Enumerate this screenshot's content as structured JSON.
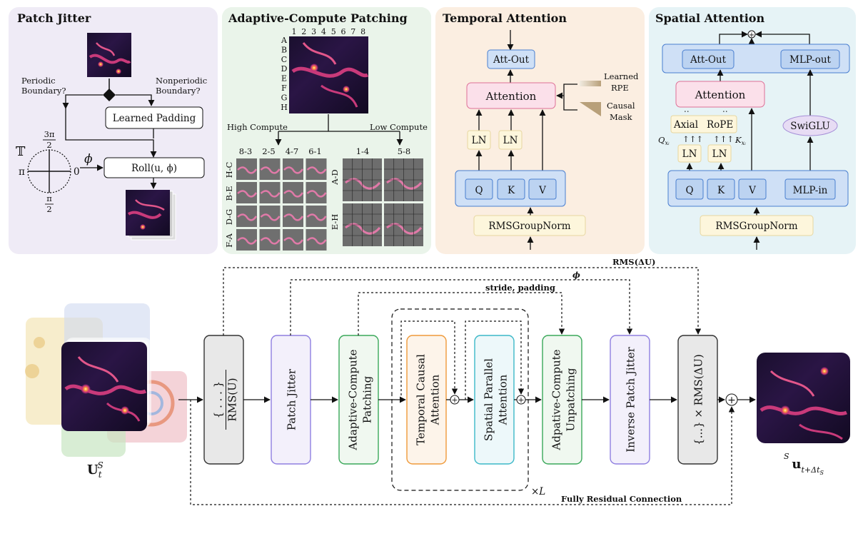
{
  "panels": {
    "patch_jitter": {
      "title": "Patch Jitter",
      "periodic": [
        "Periodic",
        "Boundary?"
      ],
      "nonperiodic": [
        "Nonperiodic",
        "Boundary?"
      ],
      "learned_padding": "Learned Padding",
      "roll": "Roll(u, ϕ)",
      "torus": "𝕋",
      "phi": "ϕ",
      "angle_top_num": "3π",
      "angle_top_den": "2",
      "angle_left": "π",
      "angle_right": "0",
      "angle_bottom_num": "π",
      "angle_bottom_den": "2"
    },
    "adaptive_patching": {
      "title": "Adaptive-Compute Patching",
      "col_labels": [
        "1",
        "2",
        "3",
        "4",
        "5",
        "6",
        "7",
        "8"
      ],
      "row_labels": [
        "A",
        "B",
        "C",
        "D",
        "E",
        "F",
        "G",
        "H"
      ],
      "high_compute": "High Compute",
      "low_compute": "Low Compute",
      "high_cols": [
        "8-3",
        "2-5",
        "4-7",
        "6-1"
      ],
      "high_rows": [
        "H-C",
        "B-E",
        "D-G",
        "F-A"
      ],
      "low_cols": [
        "1-4",
        "5-8"
      ],
      "low_rows": [
        "A-D",
        "E-H"
      ]
    },
    "temporal_attention": {
      "title": "Temporal Attention",
      "att_out": "Att-Out",
      "attention": "Attention",
      "ln": "LN",
      "q": "Q",
      "k": "K",
      "v": "V",
      "norm": "RMSGroupNorm",
      "learned": [
        "Learned",
        "RPE"
      ],
      "causal": [
        "Causal",
        "Mask"
      ]
    },
    "spatial_attention": {
      "title": "Spatial Attention",
      "att_out": "Att-Out",
      "mlp_out": "MLP-out",
      "attention": "Attention",
      "axial": "Axial",
      "rope": "RoPE",
      "swiglu": "SwiGLU",
      "ln": "LN",
      "q": "Q",
      "k": "K",
      "v": "V",
      "mlp_in": "MLP-in",
      "norm": "RMSGroupNorm",
      "qx": "Q",
      "kx": "K",
      "sub": "xᵢ"
    }
  },
  "pipeline": {
    "input_label": "U",
    "input_sub": "t",
    "input_sup": "S",
    "output_label": "u",
    "output_sub": "t+Δt",
    "output_sub2": "S",
    "output_sup": "S",
    "blocks": [
      {
        "label": "{...} / RMS(U)",
        "l1": "{ . . . }",
        "l2": "RMS(U)"
      },
      {
        "label": "Patch Jitter"
      },
      {
        "label": "Adaptive-Compute Patching",
        "l1": "Adaptive-Compute",
        "l2": "Patching"
      },
      {
        "label": "Temporal Causal Attention",
        "l1": "Temporal  Causal",
        "l2": "Attention"
      },
      {
        "label": "Spatial Parallel Attention",
        "l1": "Spatial Parallel",
        "l2": "Attention"
      },
      {
        "label": "Adpative-Compute Unpatching",
        "l1": "Adpative-Compute",
        "l2": "Unpatching"
      },
      {
        "label": "Inverse Patch Jitter"
      },
      {
        "label": "{...} × RMS(ΔU)"
      }
    ],
    "times_l": "×L",
    "rms_delta": "RMS(ΔU)",
    "phi": "ϕ",
    "stride_padding": "stride, padding",
    "residual": "Fully Residual Connection"
  },
  "colors": {
    "panel1": "#efebf6",
    "panel2": "#eaf4ea",
    "panel3": "#fbeee1",
    "panel4": "#e6f3f6",
    "blue_box": "#cfe0f6",
    "blue_stroke": "#4a7fd0",
    "pink_box": "#fbe0ea",
    "pink_stroke": "#de6f96",
    "yellow_box": "#fdf6dc",
    "yellow_stroke": "#e7d7a0",
    "purple_stroke": "#8f7fe0",
    "green_stroke": "#3aa85a",
    "orange_stroke": "#ef9a3a",
    "cyan_stroke": "#3cb8c8",
    "gray_box": "#e8e8e8"
  }
}
